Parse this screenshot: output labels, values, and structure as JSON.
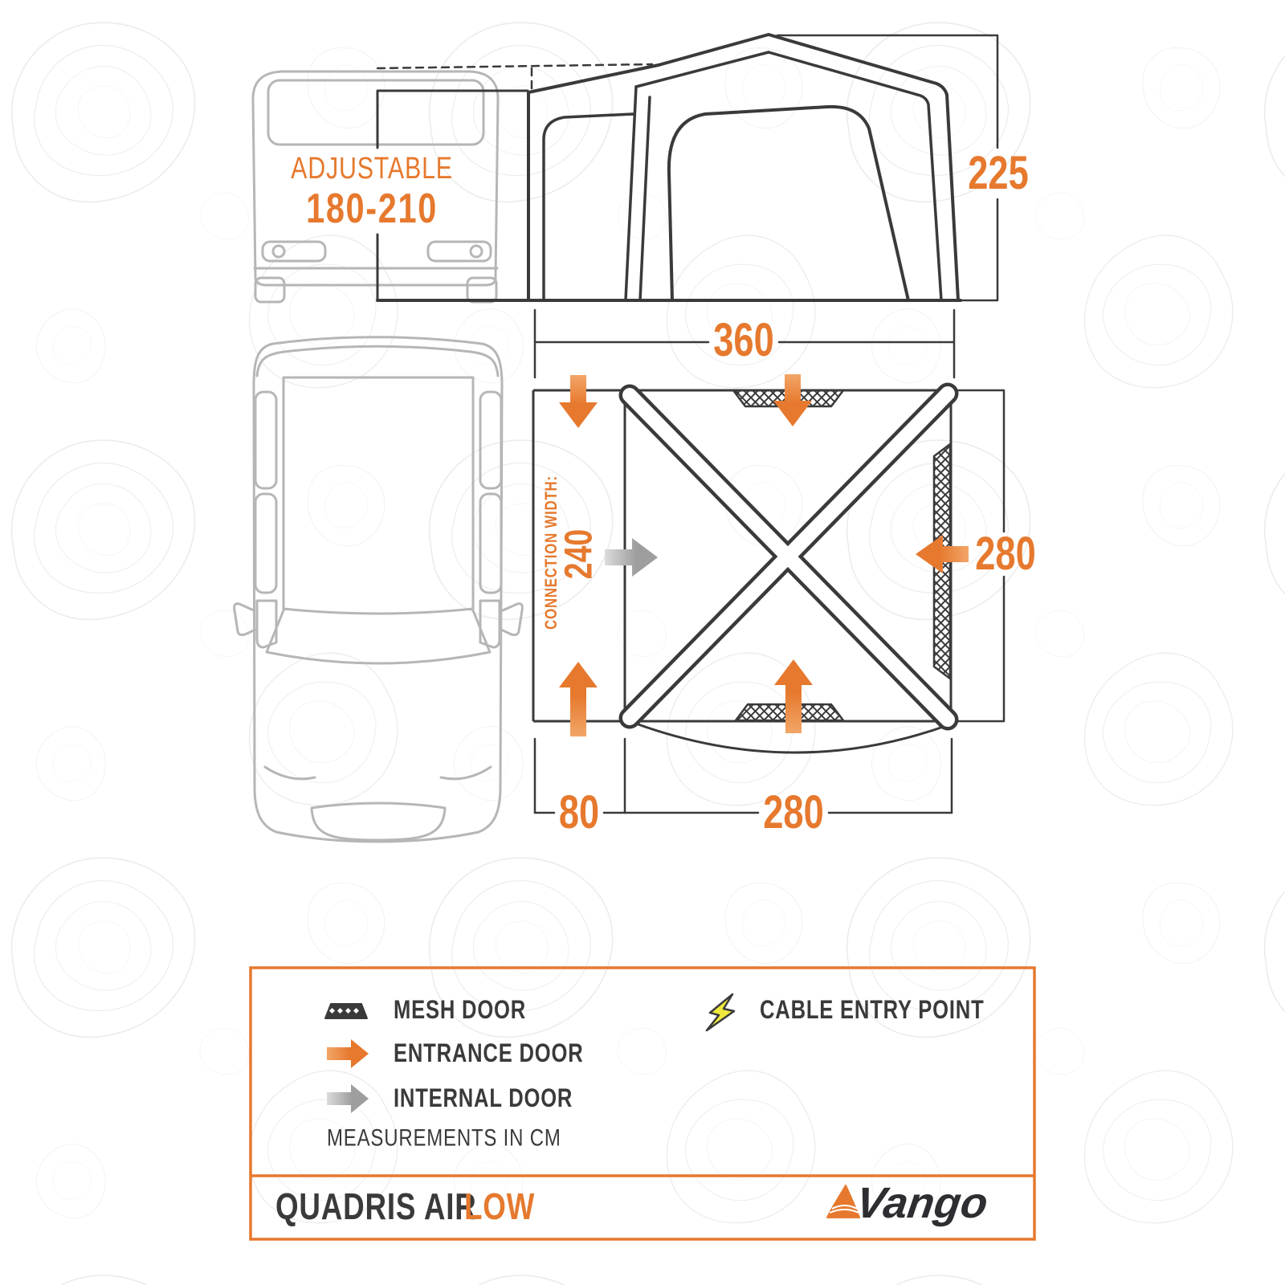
{
  "colors": {
    "accent_orange": "#E6792E",
    "line_dark": "#3A3A3A",
    "van_gray": "#B6B6B6",
    "bolt_yellow": "#EFE93F",
    "arrow_gray": "#ABABAB"
  },
  "vehicle": {
    "adjustable_label": "ADJUSTABLE",
    "adjustable_range": "180-210"
  },
  "dimensions": {
    "height": "225",
    "total_width": "360",
    "depth_right": "280",
    "porch_width": "80",
    "tent_width": "280",
    "connection_label": "CONNECTION WIDTH:",
    "connection_width": "240"
  },
  "legend": {
    "mesh_door": "MESH DOOR",
    "entrance_door": "ENTRANCE DOOR",
    "internal_door": "INTERNAL DOOR",
    "cable_entry_point": "CABLE ENTRY POINT",
    "note": "MEASUREMENTS IN CM"
  },
  "footer": {
    "product": "QUADRIS AIR",
    "variant": "LOW",
    "brand": "Vango"
  }
}
